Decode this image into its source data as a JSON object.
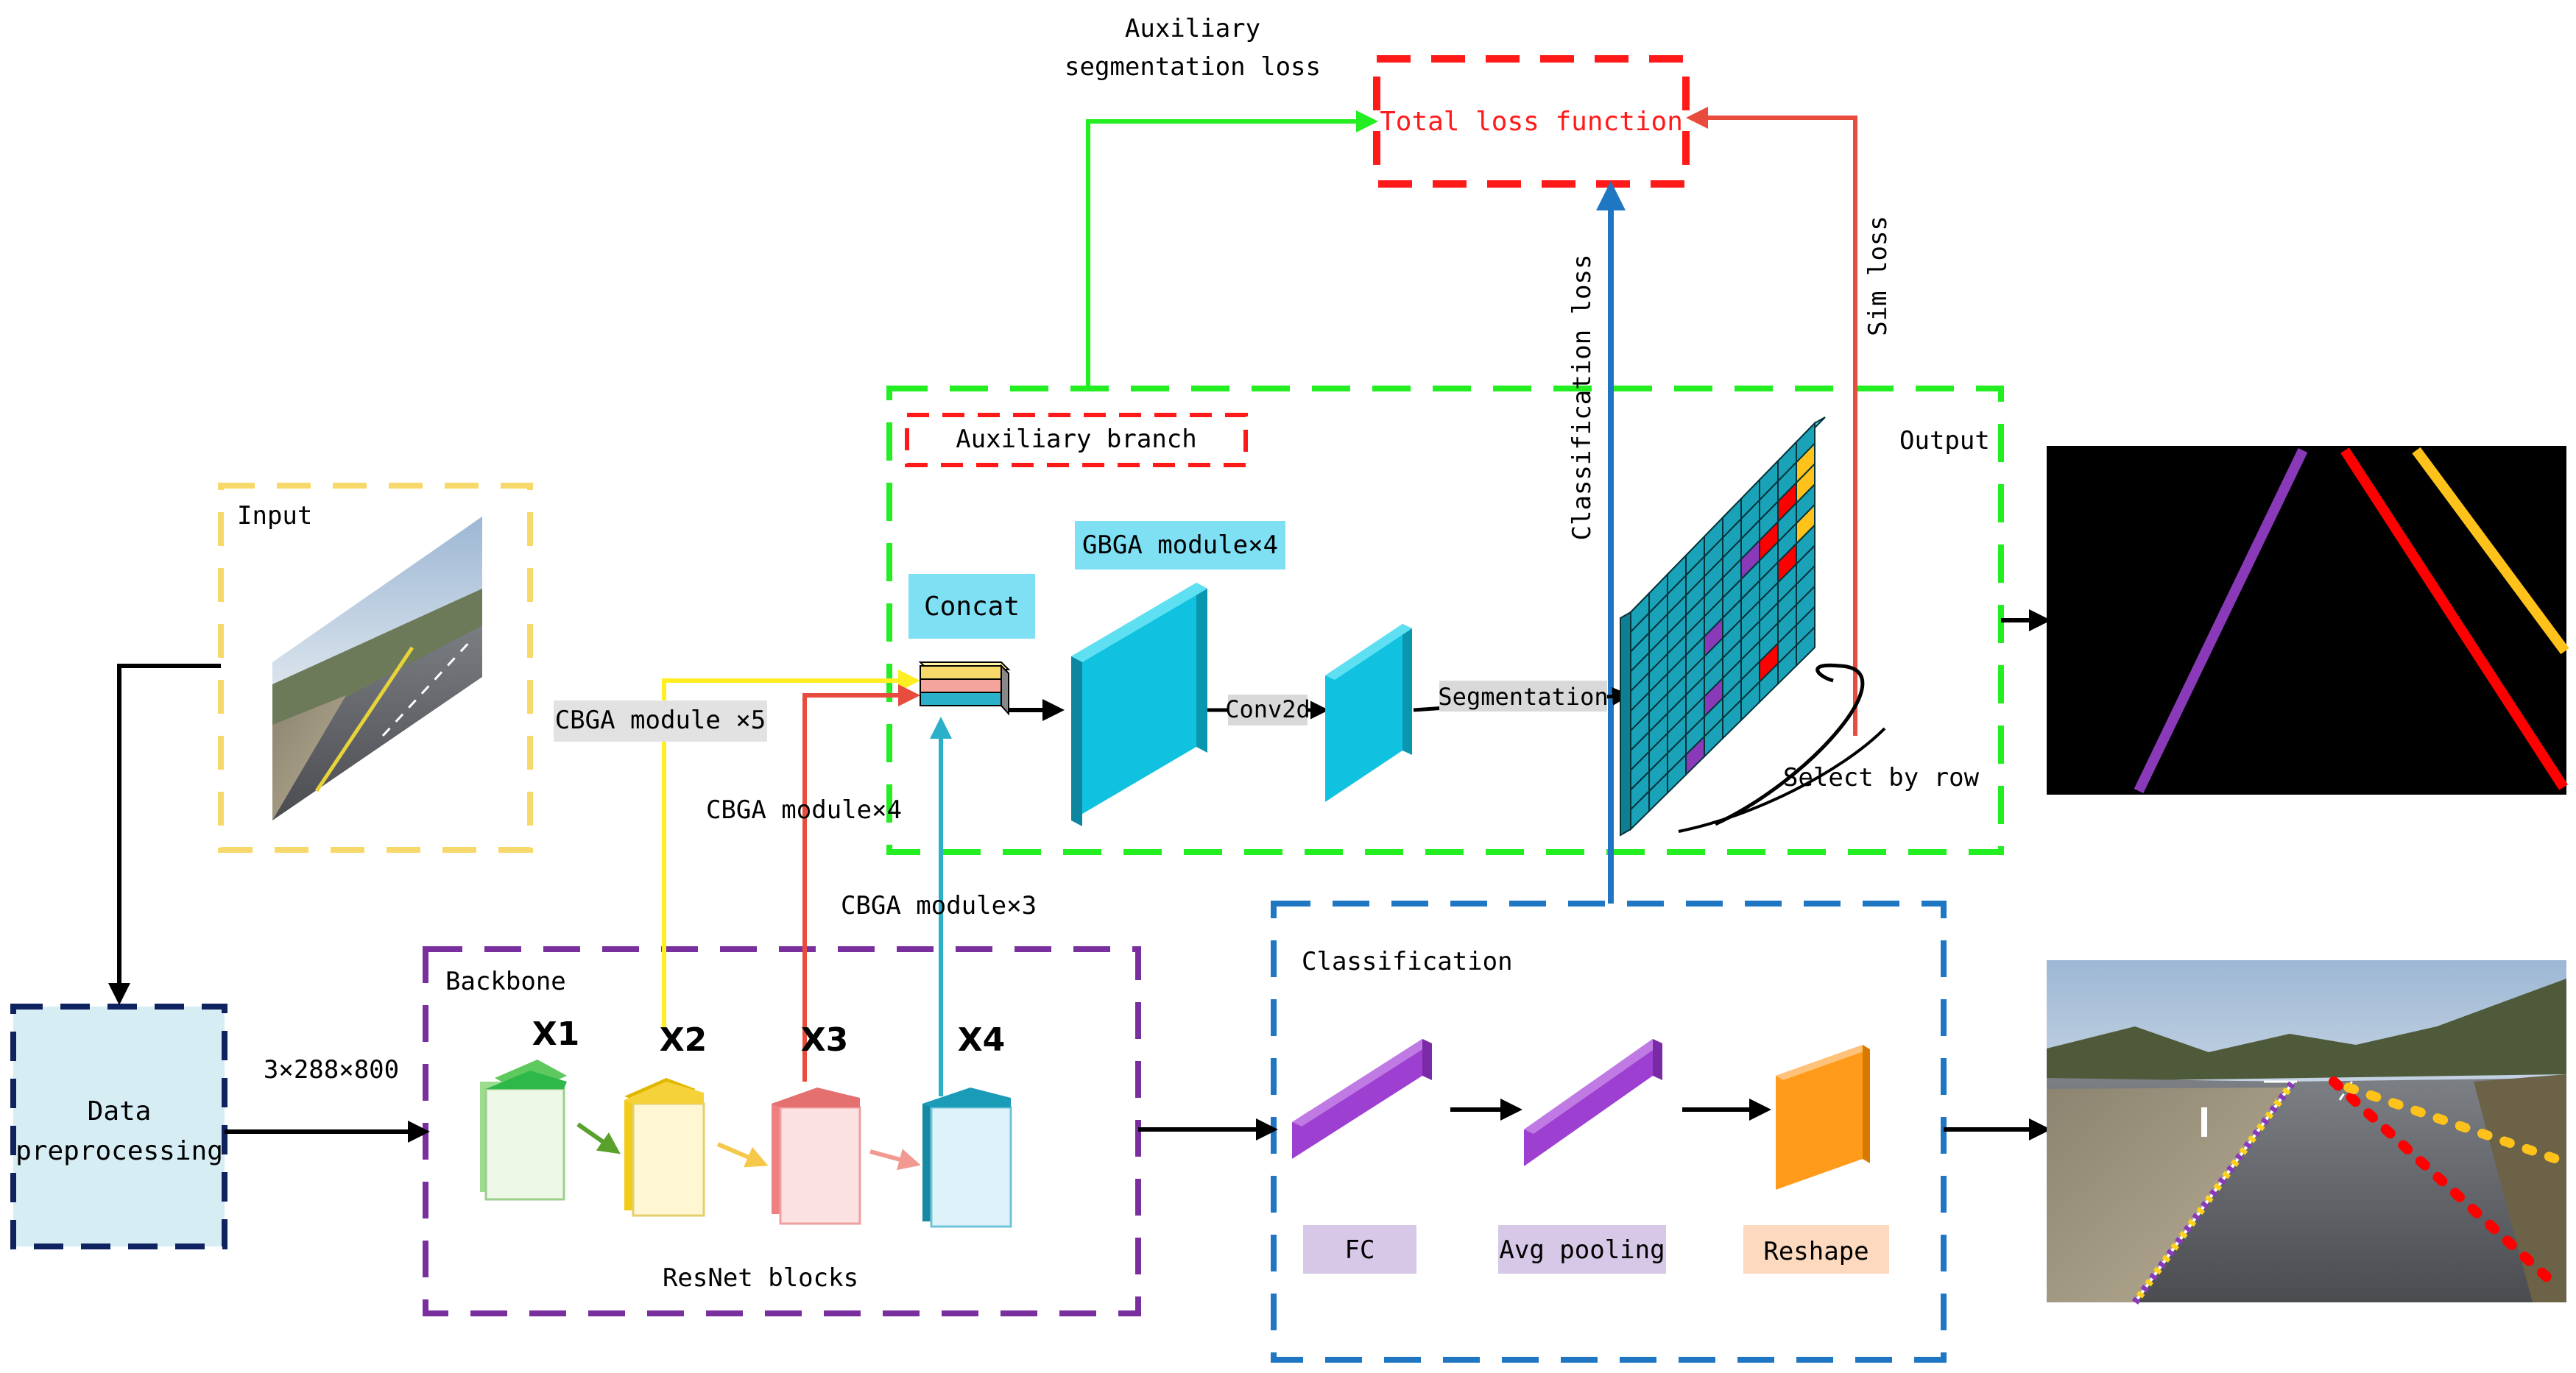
{
  "labels": {
    "aux_seg_loss_1": "Auxiliary",
    "aux_seg_loss_2": "segmentation loss",
    "total_loss": "Total loss function",
    "classification_loss": "Classification loss",
    "sim_loss": "Sim loss",
    "aux_branch": "Auxiliary branch",
    "output": "Output",
    "input": "Input",
    "gbga": "GBGA module×4",
    "concat": "Concat",
    "cbga5": "CBGA module ×5",
    "cbga4": "CBGA module×4",
    "cbga3": "CBGA module×3",
    "conv2d": "Conv2d",
    "segmentation": "Segmentation",
    "select_by_row": "Select by row",
    "data_pre_1": "Data",
    "data_pre_2": "preprocessing",
    "input_size": "3×288×800",
    "backbone": "Backbone",
    "x1": "X1",
    "x2": "X2",
    "x3": "X3",
    "x4": "X4",
    "resnet_blocks": "ResNet blocks",
    "classification": "Classification",
    "fc": "FC",
    "avg_pooling": "Avg pooling",
    "reshape": "Reshape"
  },
  "colors": {
    "green": "#22ee22",
    "red": "#ff1a1a",
    "yellow": "#f7d86a",
    "purple": "#7a2f9e",
    "blue": "#1f77c4",
    "navy": "#0f2360",
    "cyan": "#11c2e0",
    "lane_purple": "#8a3ab9",
    "lane_red": "#ff0000",
    "lane_yellow": "#ffc21a"
  }
}
